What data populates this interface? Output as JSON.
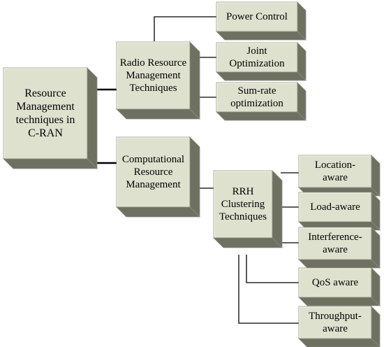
{
  "colors": {
    "face": "#dfe1cf",
    "top": "#eceee2",
    "side": "#6e7062",
    "edge": "#8a8c7c",
    "line": "#000000"
  },
  "nodes": {
    "root": {
      "label": "Resource\nManagement\ntechniques in\nC-RAN"
    },
    "radio": {
      "label": "Radio Resource\nManagement\nTechniques"
    },
    "computational": {
      "label": "Computational\nResource\nManagement"
    },
    "rrh": {
      "label": "RRH\nClustering\nTechniques"
    },
    "power_control": {
      "label": "Power Control"
    },
    "joint_optimization": {
      "label": "Joint\nOptimization"
    },
    "sum_rate": {
      "label": "Sum-rate\noptimization"
    },
    "location_aware": {
      "label": "Location-\naware"
    },
    "load_aware": {
      "label": "Load-aware"
    },
    "interference_aware": {
      "label": "Interference-\naware"
    },
    "qos_aware": {
      "label": "QoS aware"
    },
    "throughput_aware": {
      "label": "Throughput-\naware"
    }
  },
  "edges": [
    [
      "root",
      "radio"
    ],
    [
      "root",
      "computational"
    ],
    [
      "radio",
      "power_control"
    ],
    [
      "radio",
      "joint_optimization"
    ],
    [
      "radio",
      "sum_rate"
    ],
    [
      "computational",
      "rrh"
    ],
    [
      "rrh",
      "location_aware"
    ],
    [
      "rrh",
      "load_aware"
    ],
    [
      "rrh",
      "interference_aware"
    ],
    [
      "rrh",
      "qos_aware"
    ],
    [
      "rrh",
      "throughput_aware"
    ]
  ]
}
